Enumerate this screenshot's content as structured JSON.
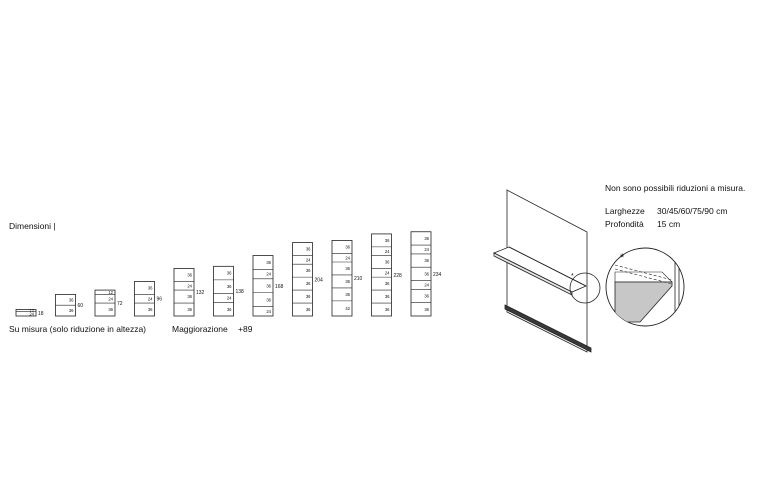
{
  "left": {
    "title": "Dimensioni |",
    "caption_custom": "Su misura (solo riduzione in altezza)",
    "caption_increase_label": "Maggiorazione",
    "caption_increase_value": "+89"
  },
  "right": {
    "note": "Non sono possibili riduzioni a misura.",
    "widths_label": "Larghezze",
    "widths_value": "30/45/60/75/90 cm",
    "depth_label": "Profondità",
    "depth_value": "15 cm",
    "detail_mark": "*"
  },
  "modules": [
    {
      "height": "18",
      "segments": [
        "12",
        "24"
      ]
    },
    {
      "height": "60",
      "segments": [
        "36",
        "36"
      ]
    },
    {
      "height": "72",
      "segments": [
        "12",
        "24",
        "36"
      ]
    },
    {
      "height": "96",
      "segments": [
        "36",
        "24",
        "36"
      ]
    },
    {
      "height": "132",
      "segments": [
        "36",
        "24",
        "36",
        "36"
      ]
    },
    {
      "height": "138",
      "segments": [
        "36",
        "36",
        "24",
        "36"
      ]
    },
    {
      "height": "168",
      "segments": [
        "36",
        "24",
        "36",
        "36",
        "24"
      ]
    },
    {
      "height": "204",
      "segments": [
        "36",
        "24",
        "36",
        "36",
        "36",
        "36"
      ]
    },
    {
      "height": "210",
      "segments": [
        "36",
        "24",
        "36",
        "36",
        "36",
        "42"
      ]
    },
    {
      "height": "228",
      "segments": [
        "36",
        "24",
        "36",
        "24",
        "36",
        "36",
        "36"
      ]
    },
    {
      "height": "234",
      "segments": [
        "36",
        "24",
        "36",
        "36",
        "24",
        "36",
        "36"
      ]
    }
  ]
}
